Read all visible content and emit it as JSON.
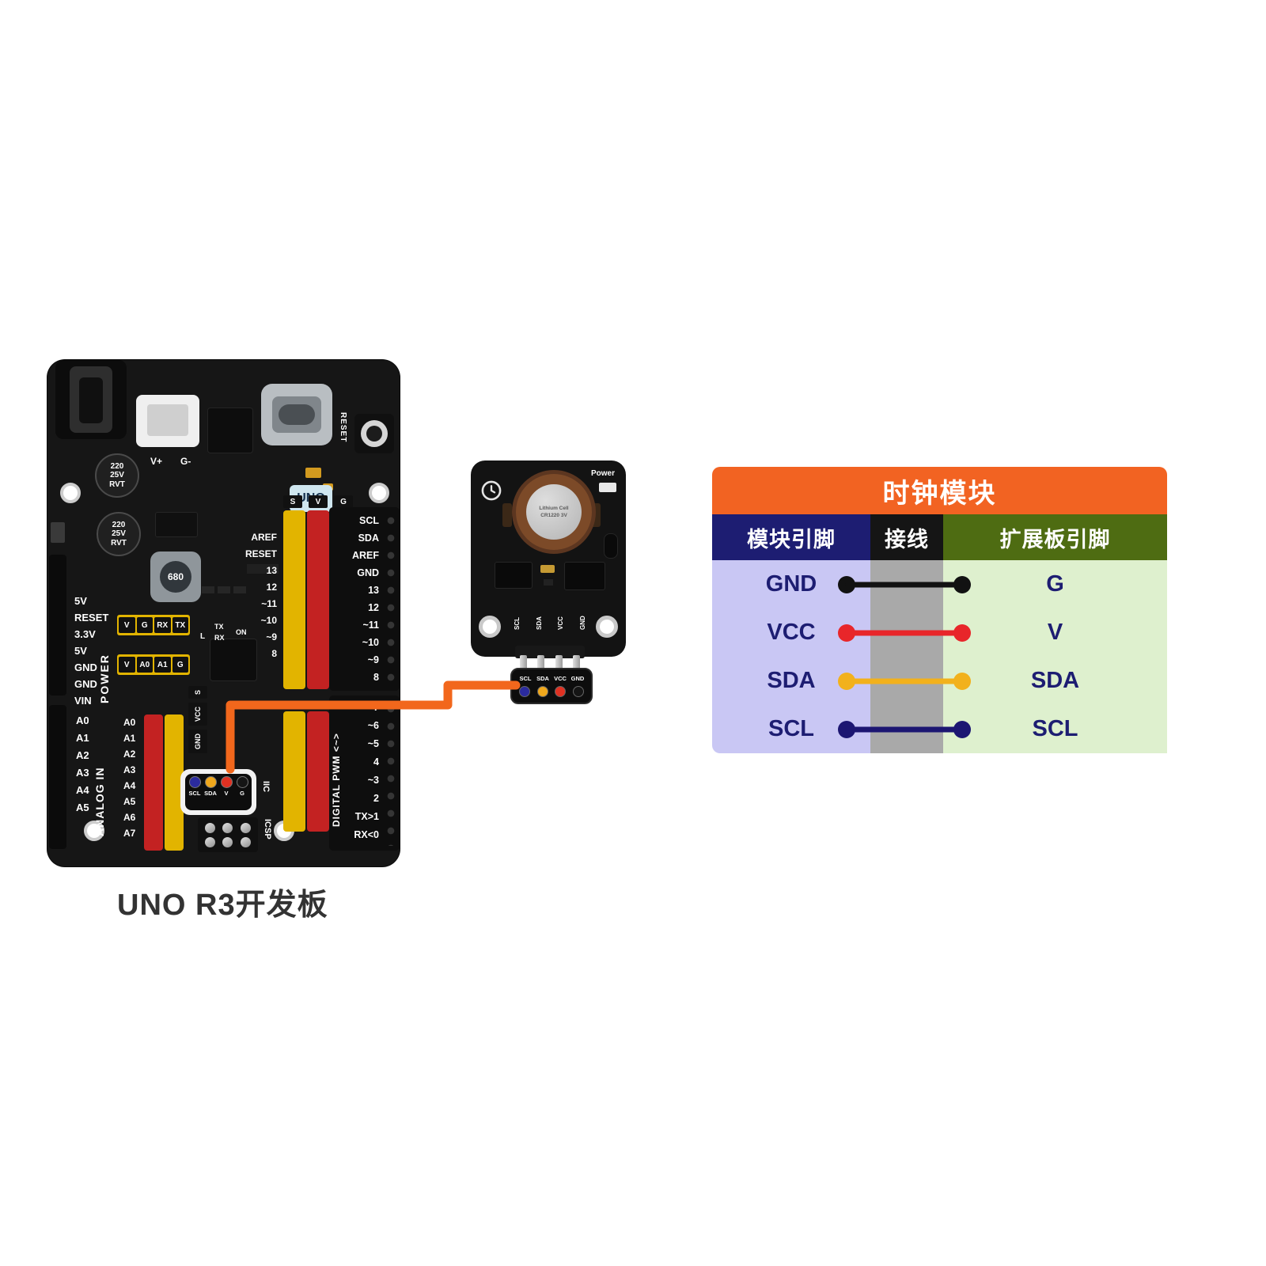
{
  "board": {
    "caption": "UNO R3开发板",
    "logo": "UNO",
    "jst_plus": "V+",
    "jst_minus": "G-",
    "reset_label": "RESET",
    "cap_label": "220\n25V\nRVT",
    "inductor_label": "680",
    "power_label": "POWER",
    "analog_in_label": "ANALOG IN",
    "digital_label": "DIGITAL PWM <~>",
    "iic_label": "IIC",
    "icsp_label": "ICSP",
    "power_pins": [
      "5V",
      "RESET",
      "3.3V",
      "5V",
      "GND",
      "GND",
      "VIN"
    ],
    "analog_side_pins": [
      "A0",
      "A1",
      "A2",
      "A3",
      "A4",
      "A5"
    ],
    "analog_header_pins": [
      "A0",
      "A1",
      "A2",
      "A3",
      "A4",
      "A5",
      "A6",
      "A7"
    ],
    "header_chips": [
      "S",
      "V",
      "G"
    ],
    "svg_chips": [
      "S",
      "VCC",
      "GND"
    ],
    "mid_header1": [
      "V",
      "G",
      "RX",
      "TX"
    ],
    "mid_header2": [
      "V",
      "A0",
      "A1",
      "G"
    ],
    "led_labels": {
      "l": "L",
      "tx": "TX",
      "rx": "RX",
      "on": "ON"
    },
    "inner_digital_pins": [
      "AREF",
      "RESET",
      "13",
      "12",
      "~11",
      "~10",
      "~9",
      "8"
    ],
    "right_upper_pins": [
      "SCL",
      "SDA",
      "AREF",
      "GND",
      "13",
      "12",
      "~11",
      "~10",
      "~9",
      "8"
    ],
    "right_lower_pins": [
      "7",
      "~6",
      "~5",
      "4",
      "~3",
      "2",
      "TX>1",
      "RX<0"
    ],
    "iic_pins": [
      {
        "name": "SCL",
        "color": "#2b2b9e"
      },
      {
        "name": "SDA",
        "color": "#f0a81c"
      },
      {
        "name": "V",
        "color": "#e03122"
      },
      {
        "name": "G",
        "color": "#151515"
      }
    ]
  },
  "module": {
    "power_label": "Power",
    "battery_line1": "Lithium Cell",
    "battery_line2": "CR1220 3V",
    "pin_labels": [
      "SCL",
      "SDA",
      "VCC",
      "GND"
    ],
    "plate_pins": [
      {
        "name": "SCL",
        "color": "#2b2b9e"
      },
      {
        "name": "SDA",
        "color": "#f0a81c"
      },
      {
        "name": "VCC",
        "color": "#e03122"
      },
      {
        "name": "GND",
        "color": "#151515"
      }
    ]
  },
  "wire": {
    "color": "#f2671c"
  },
  "table": {
    "title": "时钟模块",
    "title_bg": "#f26322",
    "pin_text_color": "#1d1d72",
    "columns": [
      {
        "label": "模块引脚",
        "header_bg": "#1d1d72",
        "body_bg": "#c9c7f4"
      },
      {
        "label": "接线",
        "header_bg": "#151515",
        "body_bg": "#a9a9a9"
      },
      {
        "label": "扩展板引脚",
        "header_bg": "#4e6c12",
        "body_bg": "#def0ce"
      }
    ],
    "rows": [
      {
        "module_pin": "GND",
        "board_pin": "G",
        "wire_color": "#121212"
      },
      {
        "module_pin": "VCC",
        "board_pin": "V",
        "wire_color": "#e8262a"
      },
      {
        "module_pin": "SDA",
        "board_pin": "SDA",
        "wire_color": "#f2b11c"
      },
      {
        "module_pin": "SCL",
        "board_pin": "SCL",
        "wire_color": "#1c1672"
      }
    ]
  }
}
